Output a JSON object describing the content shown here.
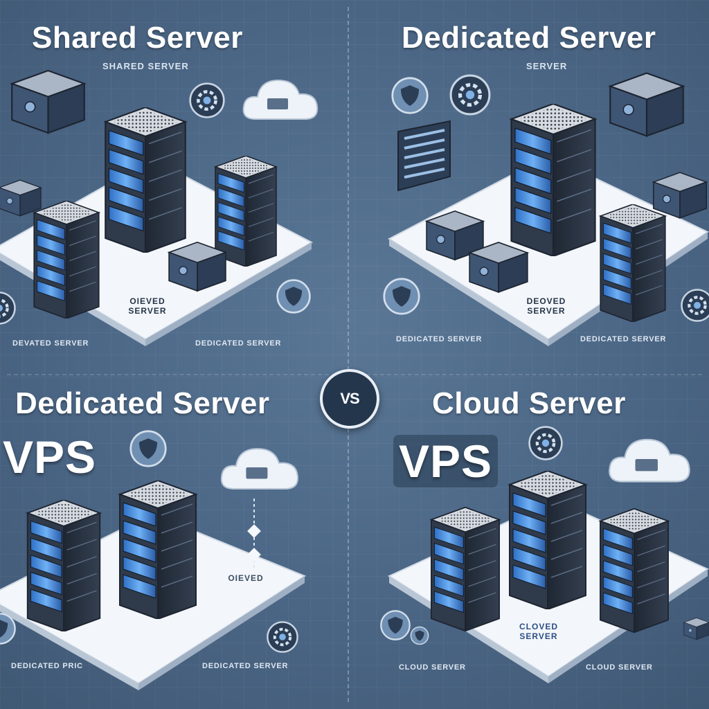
{
  "quadrants": {
    "top_left": {
      "title": "Shared Server",
      "subtitle": "SHARED SERVER",
      "platform_caption": "OIEVED\nSERVER",
      "footer_left": "DEVATED SERVER",
      "footer_right": "DEDICATED SERVER"
    },
    "top_right": {
      "title": "Dedicated Server",
      "subtitle": "SERVER",
      "platform_caption": "DEOVED\nSERVER",
      "footer_left": "DEDICATED SERVER",
      "footer_right": "DEDICATED SERVER"
    },
    "bottom_left": {
      "title": "Dedicated Server",
      "badge": "VPS",
      "platform_caption": "OIEVED",
      "footer_left": "DEDICATED PRIC",
      "footer_right": "DEDICATED SERVER"
    },
    "bottom_right": {
      "title": "Cloud Server",
      "badge": "VPS",
      "platform_caption": "CLOVED\nSERVER",
      "footer_left": "CLOUD SERVER",
      "footer_right": "CLOUD SERVER"
    }
  },
  "vs_label": "VS",
  "colors": {
    "background": "#4b6685",
    "platform": "#f2f5f9",
    "server_dark": "#2b3647",
    "server_accent": "#3f8be0",
    "title_text": "#ffffff"
  },
  "icons": [
    "cloud-icon",
    "gear-icon",
    "security-icon",
    "server-rack-icon"
  ]
}
